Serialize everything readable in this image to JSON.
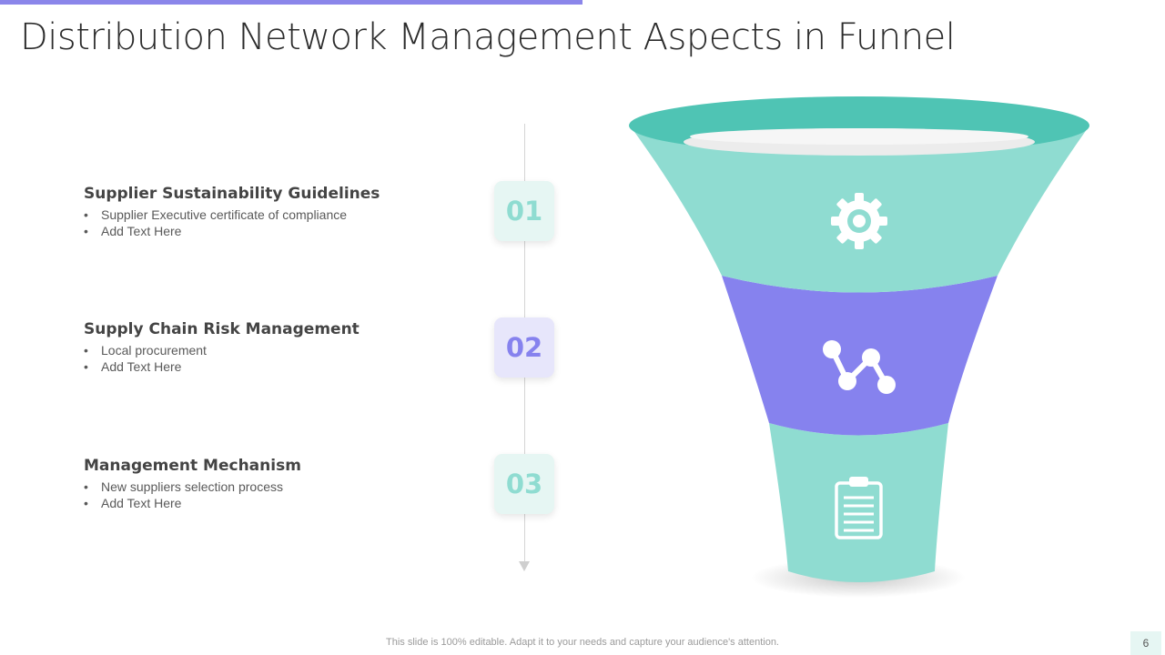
{
  "slide": {
    "title": "Distribution Network Management Aspects in Funnel",
    "footer_text": "This slide is 100% editable. Adapt it to your needs and capture your audience's attention.",
    "page_number": "6"
  },
  "colors": {
    "accent_bar": "#8b86ea",
    "teal_light": "#8fdcd1",
    "teal_rim": "#4fc4b4",
    "purple": "#8682ee",
    "box_teal_bg": "#e6f6f3",
    "box_teal_text": "#8fdcd1",
    "box_purple_bg": "#e7e6fb",
    "box_purple_text": "#8682ee"
  },
  "items": [
    {
      "number": "01",
      "heading": "Supplier Sustainability Guidelines",
      "bullets": [
        "Supplier Executive certificate of compliance",
        "Add Text Here"
      ],
      "icon": "gear-icon",
      "color_key": "teal"
    },
    {
      "number": "02",
      "heading": "Supply Chain Risk Management",
      "bullets": [
        "Local procurement",
        "Add Text Here"
      ],
      "icon": "network-chart-icon",
      "color_key": "purple"
    },
    {
      "number": "03",
      "heading": "Management Mechanism",
      "bullets": [
        "New suppliers selection process",
        "Add Text Here"
      ],
      "icon": "clipboard-icon",
      "color_key": "teal"
    }
  ]
}
